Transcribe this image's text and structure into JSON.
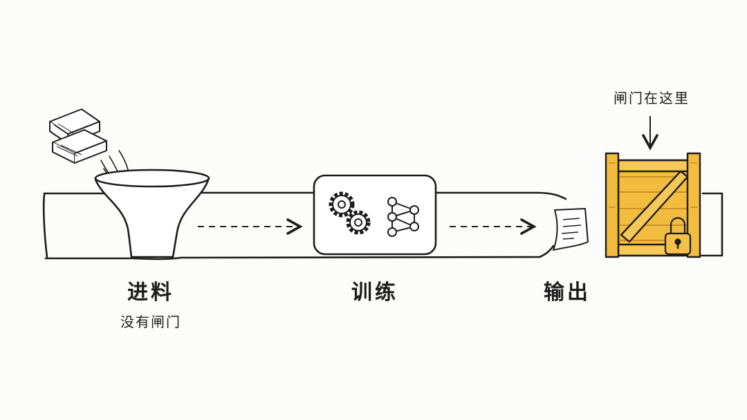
{
  "stages": {
    "intake": {
      "label": "进料",
      "note": "没有闸门"
    },
    "training": {
      "label": "训练"
    },
    "output": {
      "label": "输出"
    }
  },
  "gate": {
    "note": "闸门在这里"
  },
  "icons": {
    "intake": [
      "books-icon",
      "funnel-icon"
    ],
    "training": [
      "gears-icon",
      "network-icon"
    ],
    "output": [
      "document-icon",
      "crate-gate-icon",
      "padlock-icon"
    ]
  },
  "colors": {
    "ink": "#1c1c1c",
    "paper": "#ffffff",
    "wood": "#f2bd3e",
    "wood_dark": "#b9821a",
    "lock": "#f4c04a"
  }
}
